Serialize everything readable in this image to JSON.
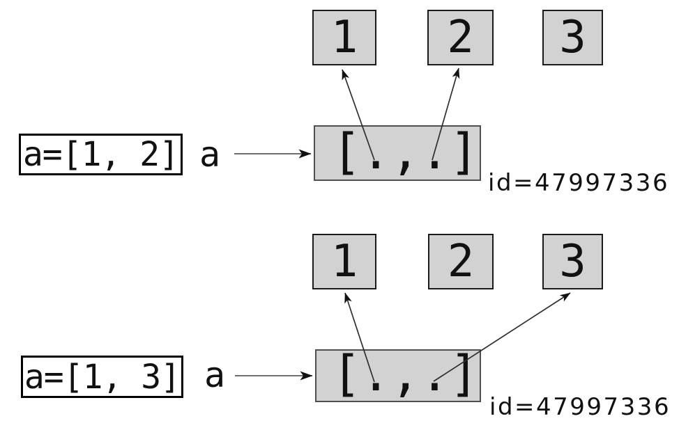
{
  "colors": {
    "bg": "#ffffff",
    "box_fill": "#d2d2d2",
    "box_border": "#1a1a1a",
    "list_border": "#4f4f4f",
    "code_border": "#000000",
    "text": "#111111",
    "arrow": "#2e2e2e",
    "var_arrow": "#6e6e6e",
    "head": "#111111"
  },
  "diagram": {
    "panels": [
      {
        "code": "a=[1, 2]",
        "var_name": "a",
        "list_repr": "[.,.]",
        "id_label": "id=47997336",
        "int_objects": [
          "1",
          "2",
          "3"
        ],
        "referenced": [
          "1",
          "2"
        ]
      },
      {
        "code": "a=[1, 3]",
        "var_name": "a",
        "list_repr": "[.,.]",
        "id_label": "id=47997336",
        "int_objects": [
          "1",
          "2",
          "3"
        ],
        "referenced": [
          "1",
          "3"
        ]
      }
    ]
  }
}
